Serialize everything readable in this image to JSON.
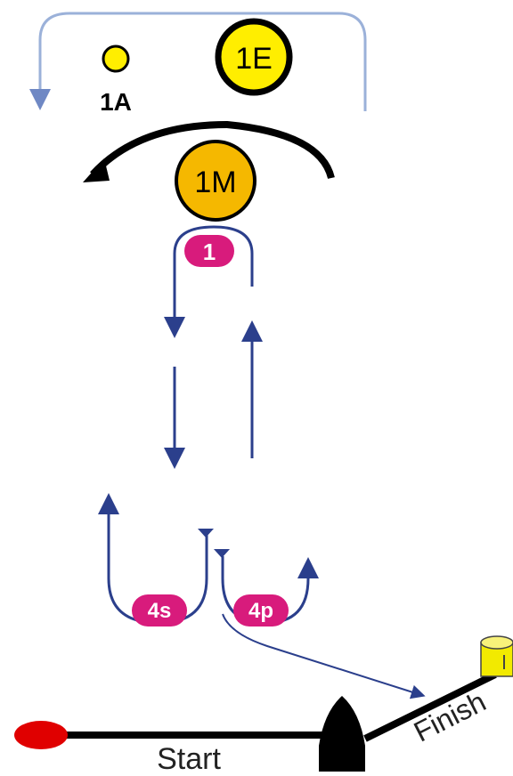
{
  "marks": {
    "mark_1a": "1A",
    "mark_1e": "1E",
    "mark_1m": "1M",
    "mark_1": "1",
    "mark_4s": "4s",
    "mark_4p": "4p"
  },
  "line": {
    "start_label": "Start",
    "finish_label": "Finish"
  },
  "colors": {
    "course_line": "#2b3f8c",
    "course_line_light": "#9bb1d9",
    "yellow_mark": "#ffee00",
    "orange_mark": "#f5b800",
    "pink_mark": "#d81b7c",
    "start_pin": "#e00000",
    "finish_mark": "#f2ea00",
    "committee_boat": "#000000"
  }
}
